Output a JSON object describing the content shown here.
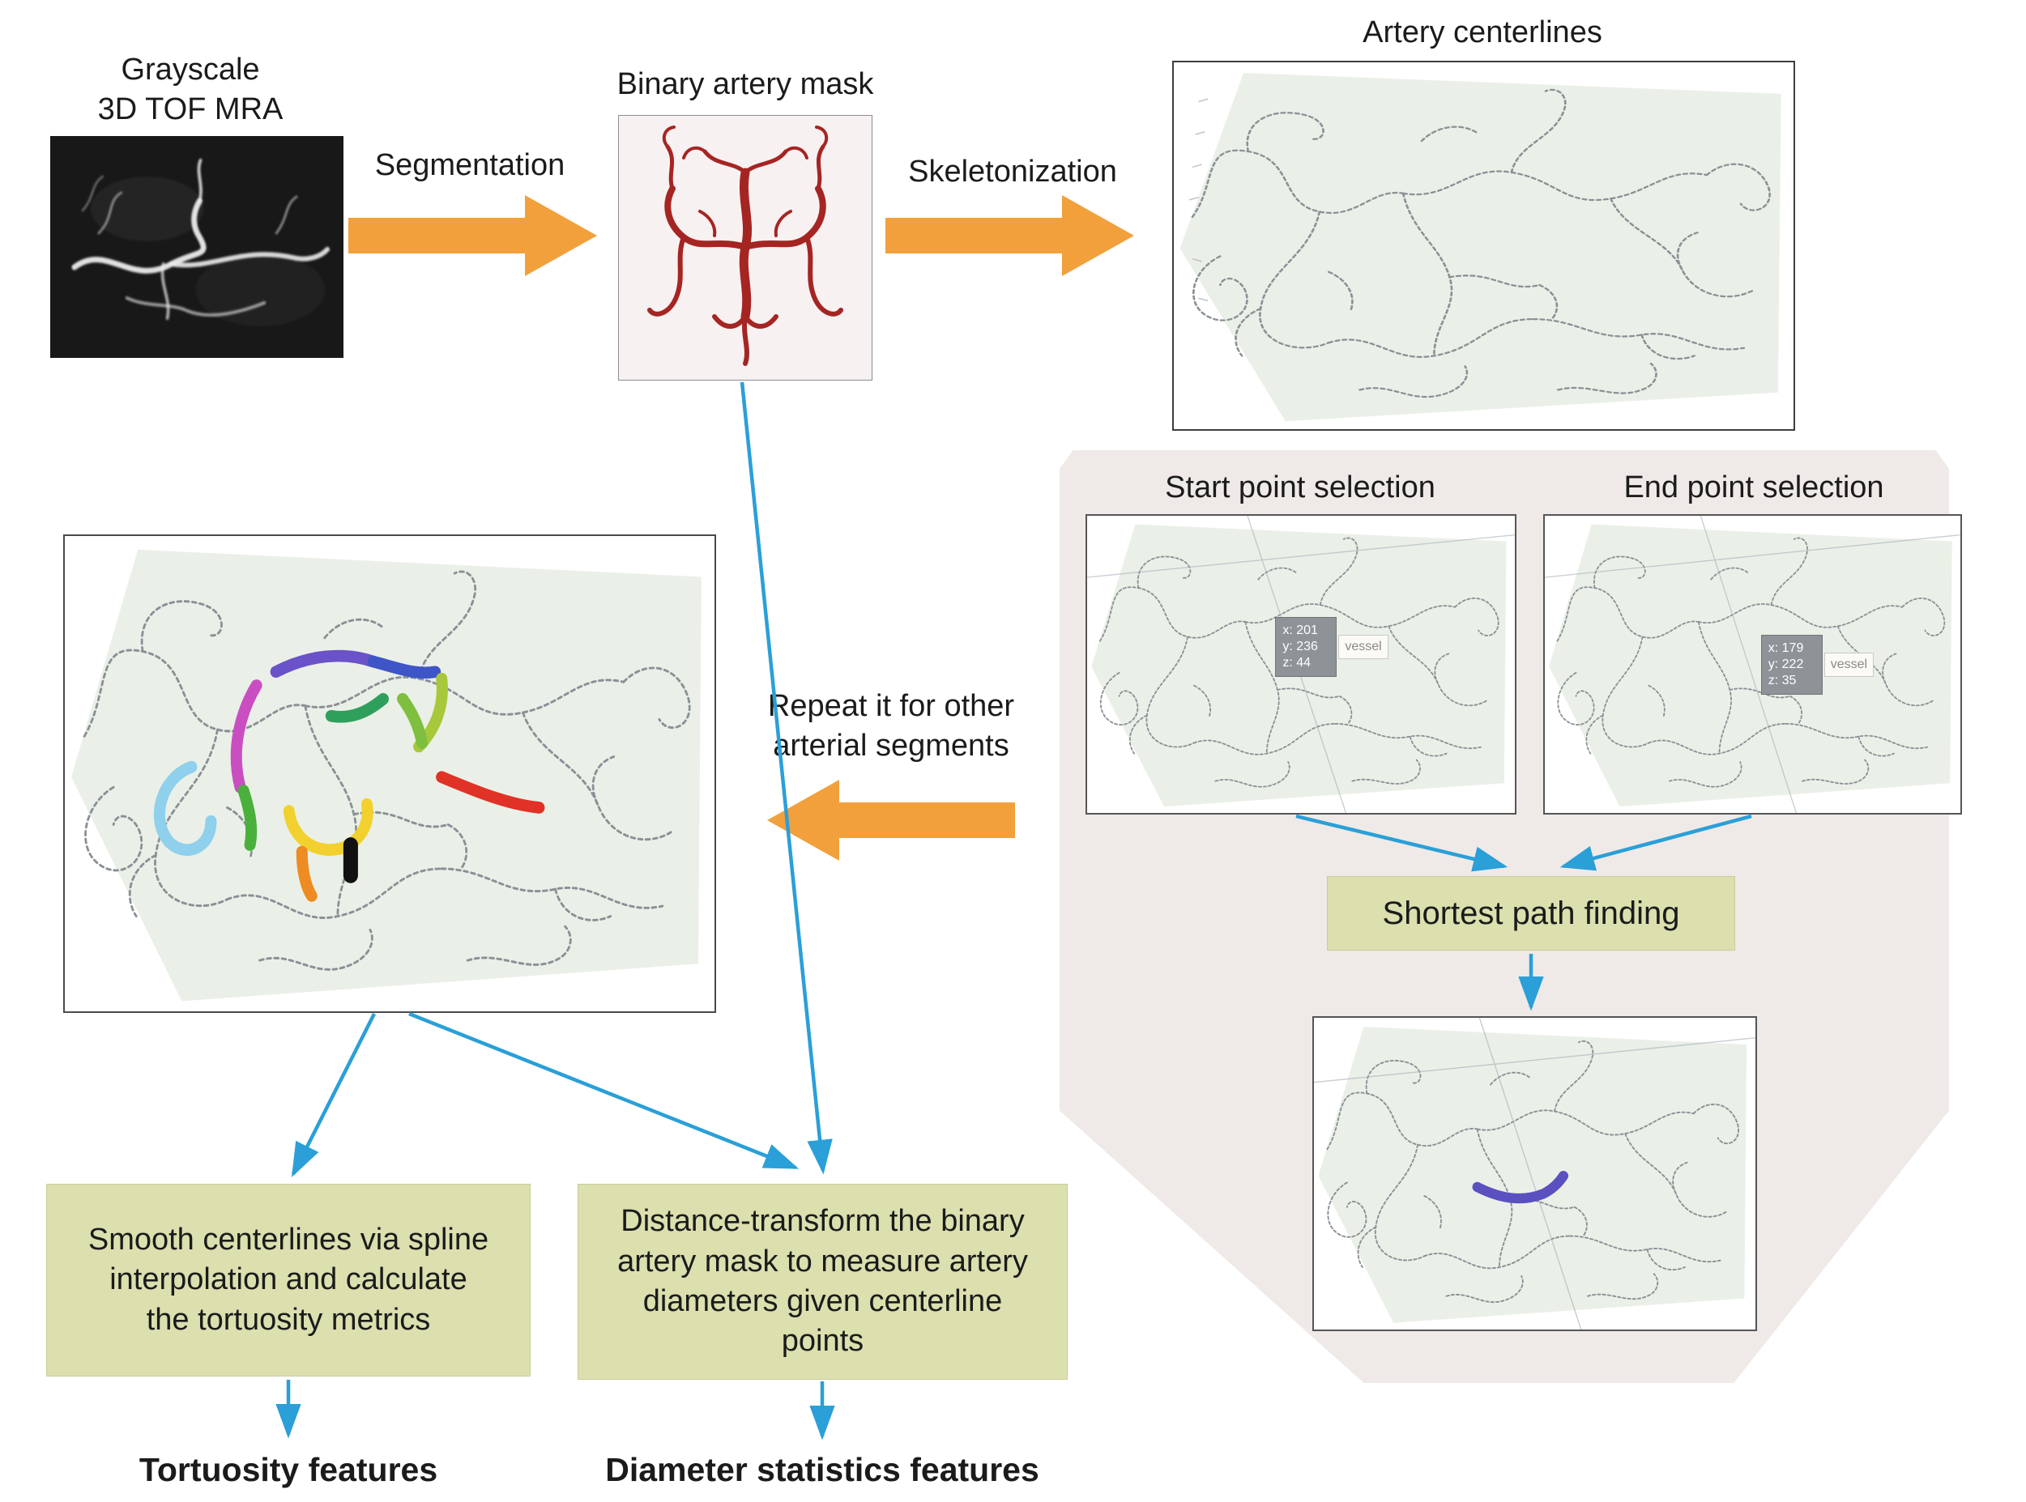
{
  "pipeline": {
    "mra_label_line1": "Grayscale",
    "mra_label_line2": "3D TOF MRA",
    "segmentation_label": "Segmentation",
    "binary_mask_label": "Binary artery mask",
    "skeletonization_label": "Skeletonization",
    "centerlines_label": "Artery centerlines"
  },
  "selection": {
    "start_label": "Start point selection",
    "end_label": "End point selection",
    "start_tooltip": {
      "x": "x: 201",
      "y": "y: 236",
      "z": "z: 44",
      "tag": "vessel"
    },
    "end_tooltip": {
      "x": "x: 179",
      "y": "y: 222",
      "z": "z: 35",
      "tag": "vessel"
    },
    "shortest_path_label": "Shortest path finding"
  },
  "repeat": {
    "line1": "Repeat it for other",
    "line2": "arterial segments"
  },
  "process_boxes": {
    "tortuosity": "Smooth centerlines via spline\ninterpolation and calculate\nthe tortuosity metrics",
    "diameter": "Distance-transform the binary\nartery mask to measure artery\ndiameters given centerline\npoints"
  },
  "outputs": {
    "tortuosity_features": "Tortuosity features",
    "diameter_features": "Diameter statistics features"
  },
  "colors": {
    "arrow_orange": "#F2A03C",
    "arrow_blue": "#2A9FD8",
    "box_olive": "#DCDFAE",
    "region_gray": "#EFEAE7",
    "mask_background": "#F8F1F1",
    "mask_red": "#A52523",
    "skeleton_gray": "#8A9096",
    "plot_green": "#EAF0E7",
    "highlight_purple": "#5B50C0"
  }
}
